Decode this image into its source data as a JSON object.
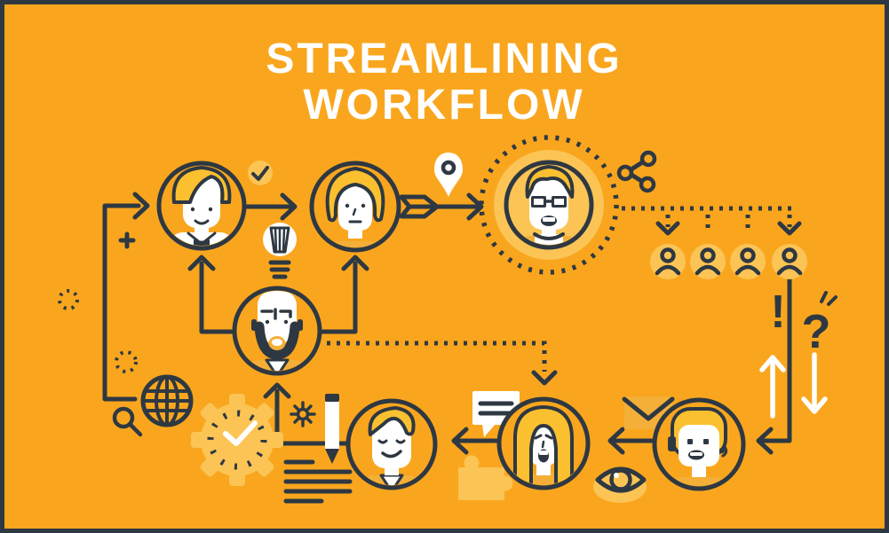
{
  "title": {
    "line1": "STREAMLINING",
    "line2": "WORKFLOW"
  },
  "glyphs": {
    "exclamation": "!",
    "question": "?"
  },
  "colors": {
    "background": "#F9A61E",
    "ink": "#2E3842",
    "accent_light": "#FBC455",
    "accent_deep": "#F4AF38",
    "hair": "#FBC02F",
    "white": "#FFFFFF"
  },
  "scene": {
    "person_count": 7,
    "team_member_count": 4,
    "persons": [
      "man-side-swept-hair",
      "woman-bob-hair",
      "man-with-glasses-highlighted",
      "bald-man-with-beard",
      "man-swoosh-hair",
      "woman-long-hair",
      "man-with-headset"
    ],
    "icons": [
      "plus",
      "check-badge",
      "lightbulb",
      "location-pin",
      "share",
      "dotted-circle",
      "globe",
      "magnifier",
      "gear-clock",
      "small-gear",
      "pencil",
      "note-lines",
      "envelope",
      "eye",
      "speech-bubble-equals",
      "puzzle-piece",
      "exclamation-mark",
      "question-mark",
      "white-up-arrow",
      "white-down-arrow",
      "team-members-row"
    ]
  }
}
